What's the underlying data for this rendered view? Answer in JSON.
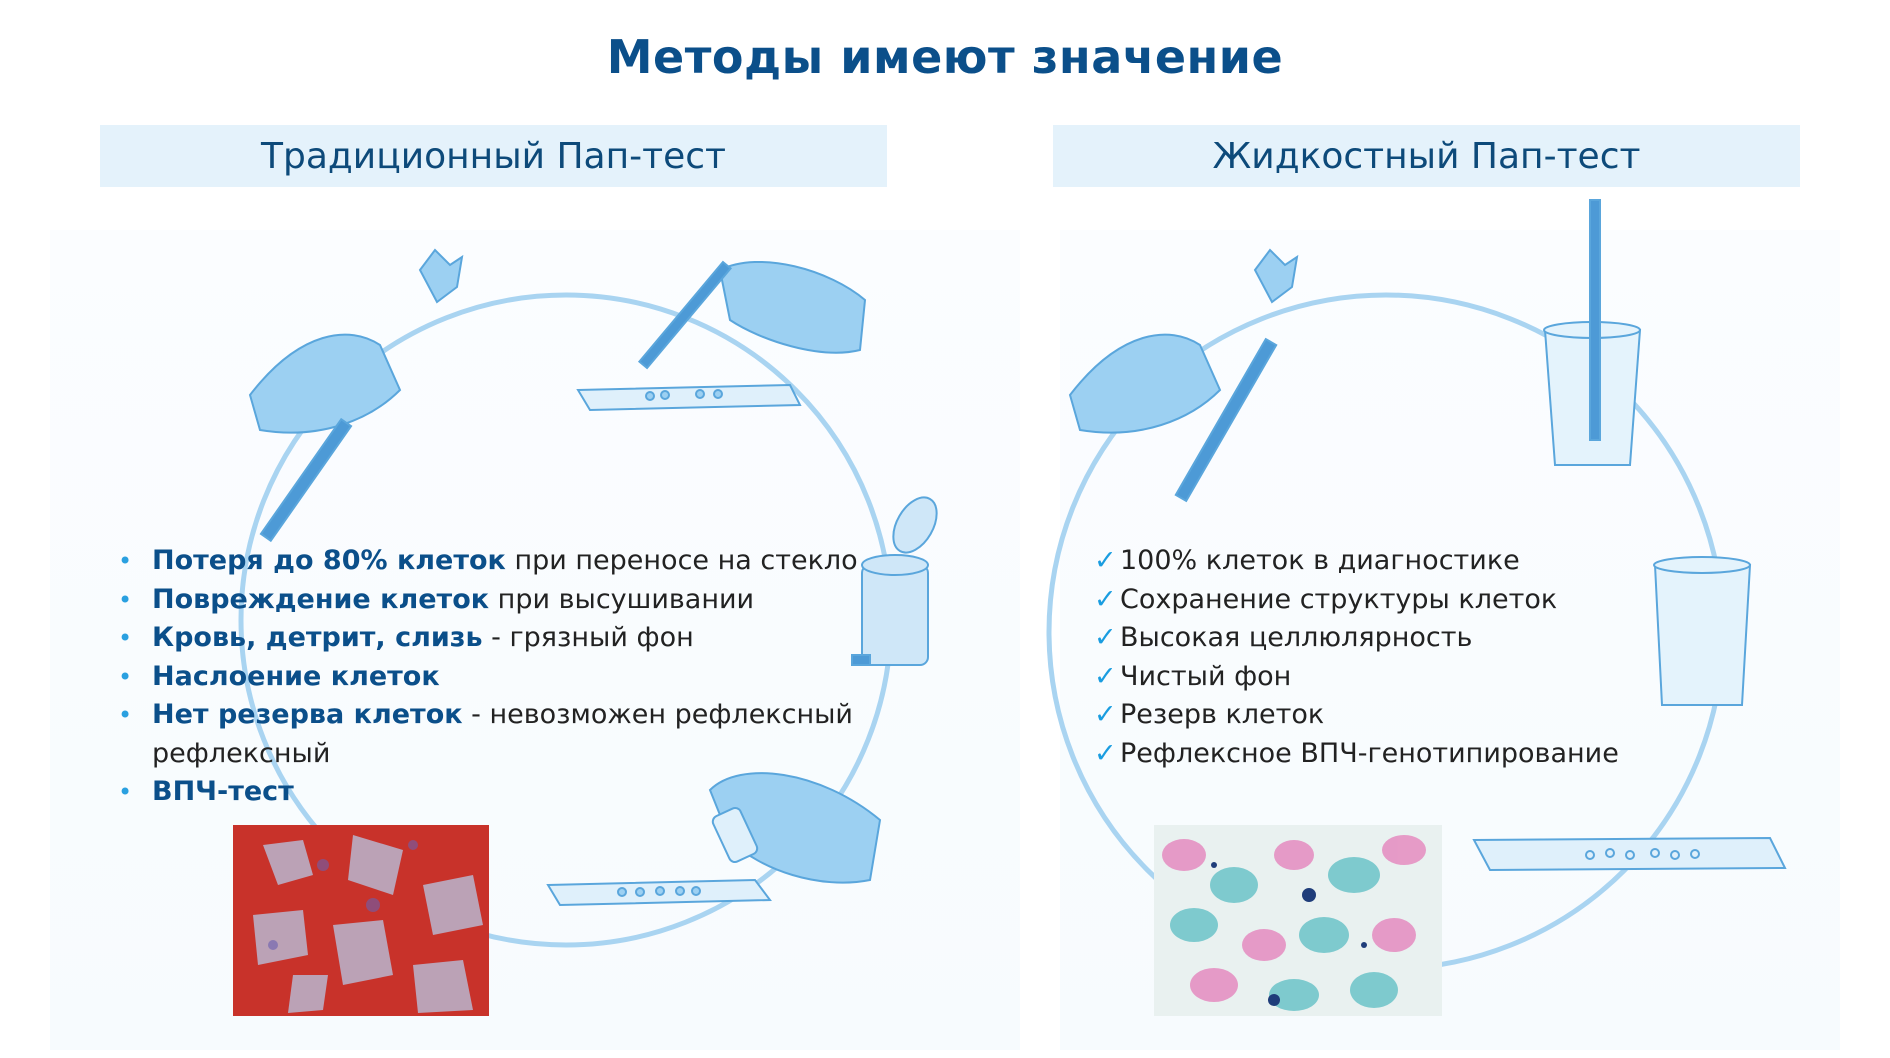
{
  "title": "Методы имеют значение",
  "left": {
    "header": "Традиционный Пап-тест",
    "items": [
      {
        "bold": "Потеря до 80% клеток",
        "rest": " при переносе на стекло"
      },
      {
        "bold": "Повреждение клеток",
        "rest": " при высушивании"
      },
      {
        "bold": "Кровь, детрит, слизь",
        "rest": " - грязный фон"
      },
      {
        "bold": "Наслоение клеток",
        "rest": ""
      },
      {
        "bold": "Нет резерва клеток",
        "rest": " - невозможен рефлексный"
      },
      {
        "bold": "",
        "rest": "рефлексный"
      },
      {
        "bold": "ВПЧ-тест",
        "rest": ""
      }
    ],
    "bullet": "•"
  },
  "right": {
    "header": "Жидкостный Пап-тест",
    "check": "✓",
    "items": [
      "100% клеток в диагностике",
      "Сохранение структуры клеток",
      "Высокая целлюлярность",
      "Чистый фон",
      "Резерв клеток",
      "Рефлексное ВПЧ-генотипирование"
    ]
  },
  "colors": {
    "title": "#0b4f8a",
    "header_bg": "#e4f2fb",
    "illustration": "#7fc0ea",
    "bullet": "#2aa0e0"
  }
}
